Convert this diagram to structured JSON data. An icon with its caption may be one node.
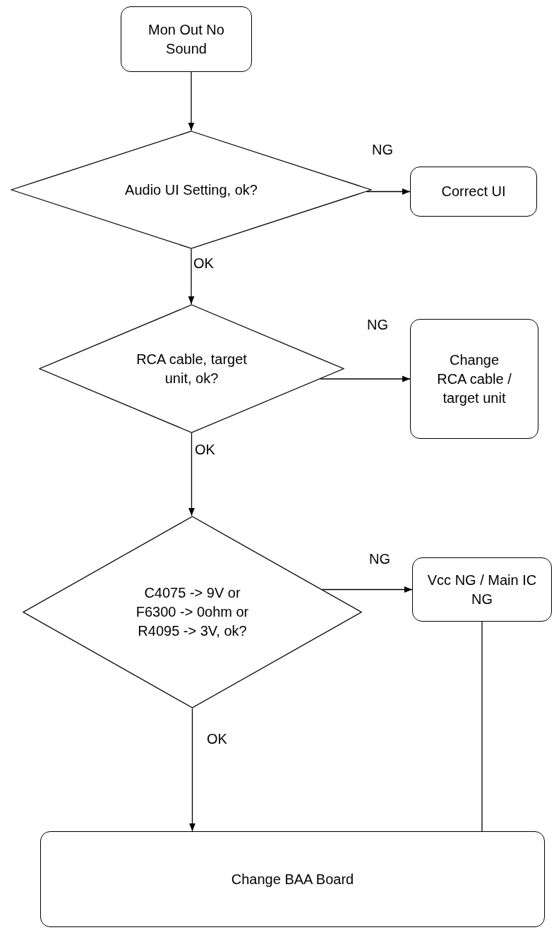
{
  "diagram": {
    "nodes": [
      {
        "text": [
          "Mon Out No Sound"
        ]
      },
      {
        "text": [
          "Audio UI Setting, ok?"
        ]
      },
      {
        "text": [
          "Correct UI"
        ]
      },
      {
        "text": [
          "RCA cable, target unit, ok?"
        ]
      },
      {
        "text": [
          "Change RCA cable / target unit"
        ]
      },
      {
        "text": [
          "C4075 -> 9V or F6300 -> 0ohm or R4095 -> 3V, ok?"
        ]
      },
      {
        "text": [
          "Vcc NG / Main IC NG"
        ]
      },
      {
        "text": [
          "Change BAA Board"
        ]
      }
    ],
    "edges": [
      {
        "from": 0,
        "to": 1,
        "arrow": "to"
      },
      {
        "from": 1,
        "to": 2,
        "arrow": "to",
        "label": "NG"
      },
      {
        "from": 1,
        "to": 3,
        "arrow": "to",
        "label": "OK"
      },
      {
        "from": 3,
        "to": 4,
        "arrow": "to",
        "label": "NG"
      },
      {
        "from": 3,
        "to": 5,
        "arrow": "to",
        "label": "OK"
      },
      {
        "from": 5,
        "to": 6,
        "arrow": "to",
        "label": "NG"
      },
      {
        "from": 5,
        "to": 7,
        "arrow": "to",
        "label": "OK"
      },
      {
        "from": 6,
        "to": 7,
        "arrow": "to"
      }
    ]
  }
}
